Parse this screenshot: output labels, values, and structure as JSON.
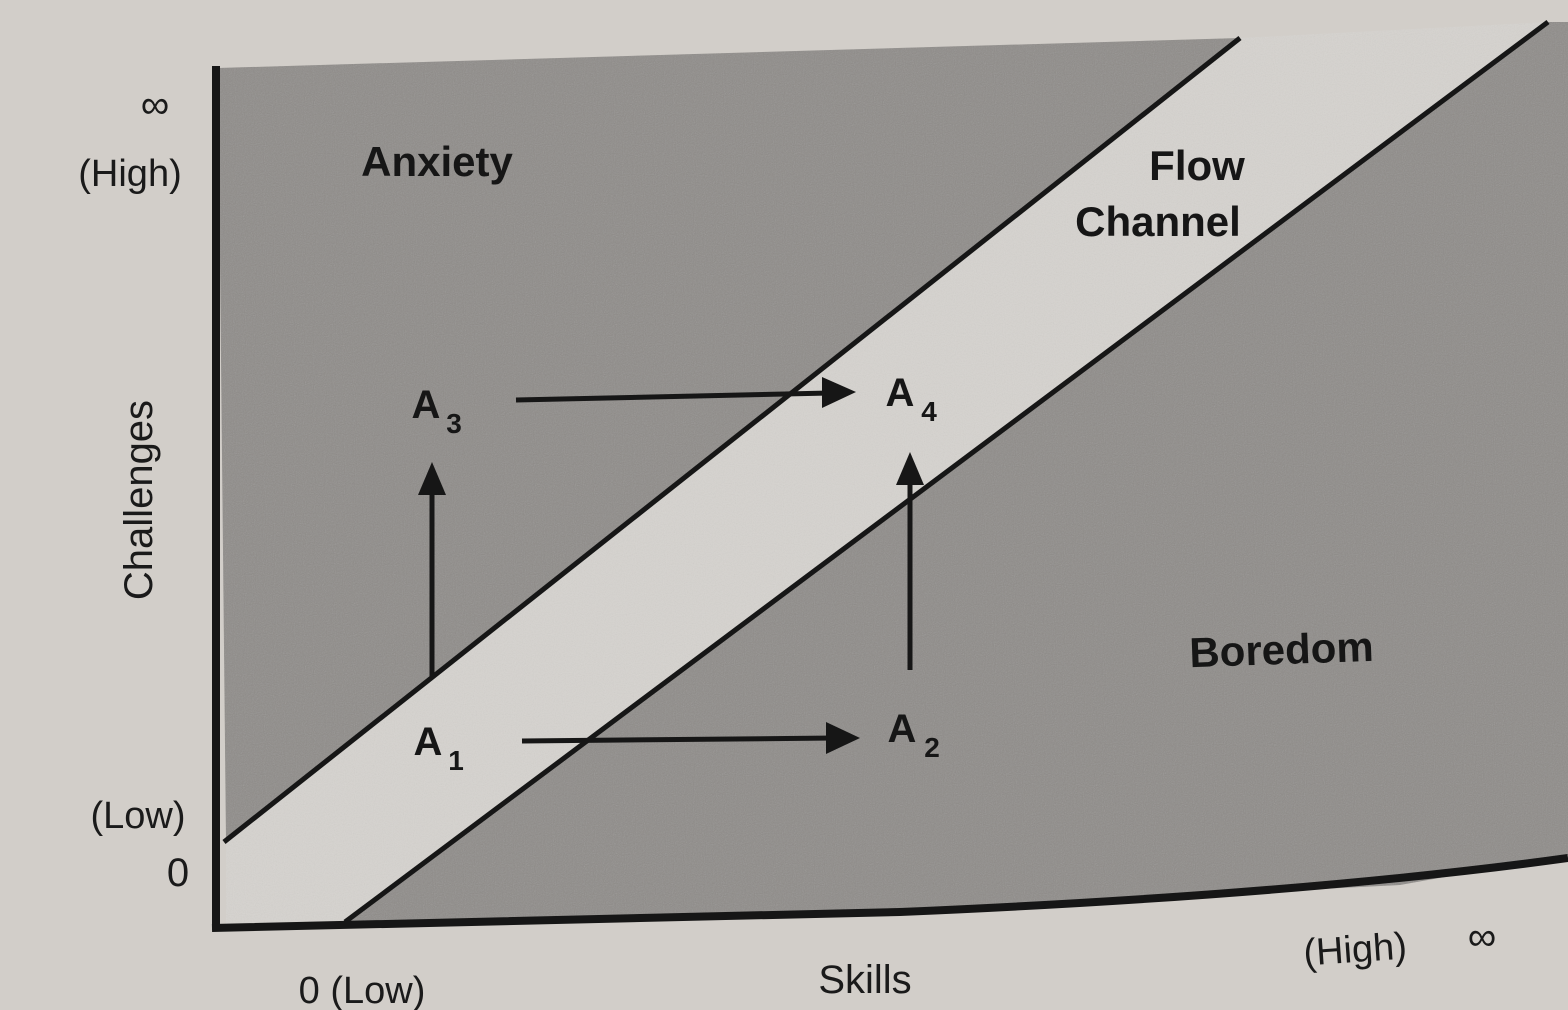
{
  "diagram": {
    "y_axis": {
      "label": "Challenges",
      "top_symbol": "∞",
      "top_label": "(High)",
      "bottom_label": "(Low)",
      "bottom_value": "0"
    },
    "x_axis": {
      "label": "Skills",
      "origin_label": "0 (Low)",
      "end_label": "(High)",
      "end_symbol": "∞"
    },
    "regions": {
      "anxiety": "Anxiety",
      "flow_line1": "Flow",
      "flow_line2": "Channel",
      "boredom": "Boredom"
    },
    "points": {
      "a1": {
        "letter": "A",
        "sub": "1"
      },
      "a2": {
        "letter": "A",
        "sub": "2"
      },
      "a3": {
        "letter": "A",
        "sub": "3"
      },
      "a4": {
        "letter": "A",
        "sub": "4"
      }
    },
    "colors": {
      "page": "#d2cec9",
      "shade": "#8f8c89",
      "channel": "#d6d3cf",
      "ink": "#161616"
    }
  }
}
